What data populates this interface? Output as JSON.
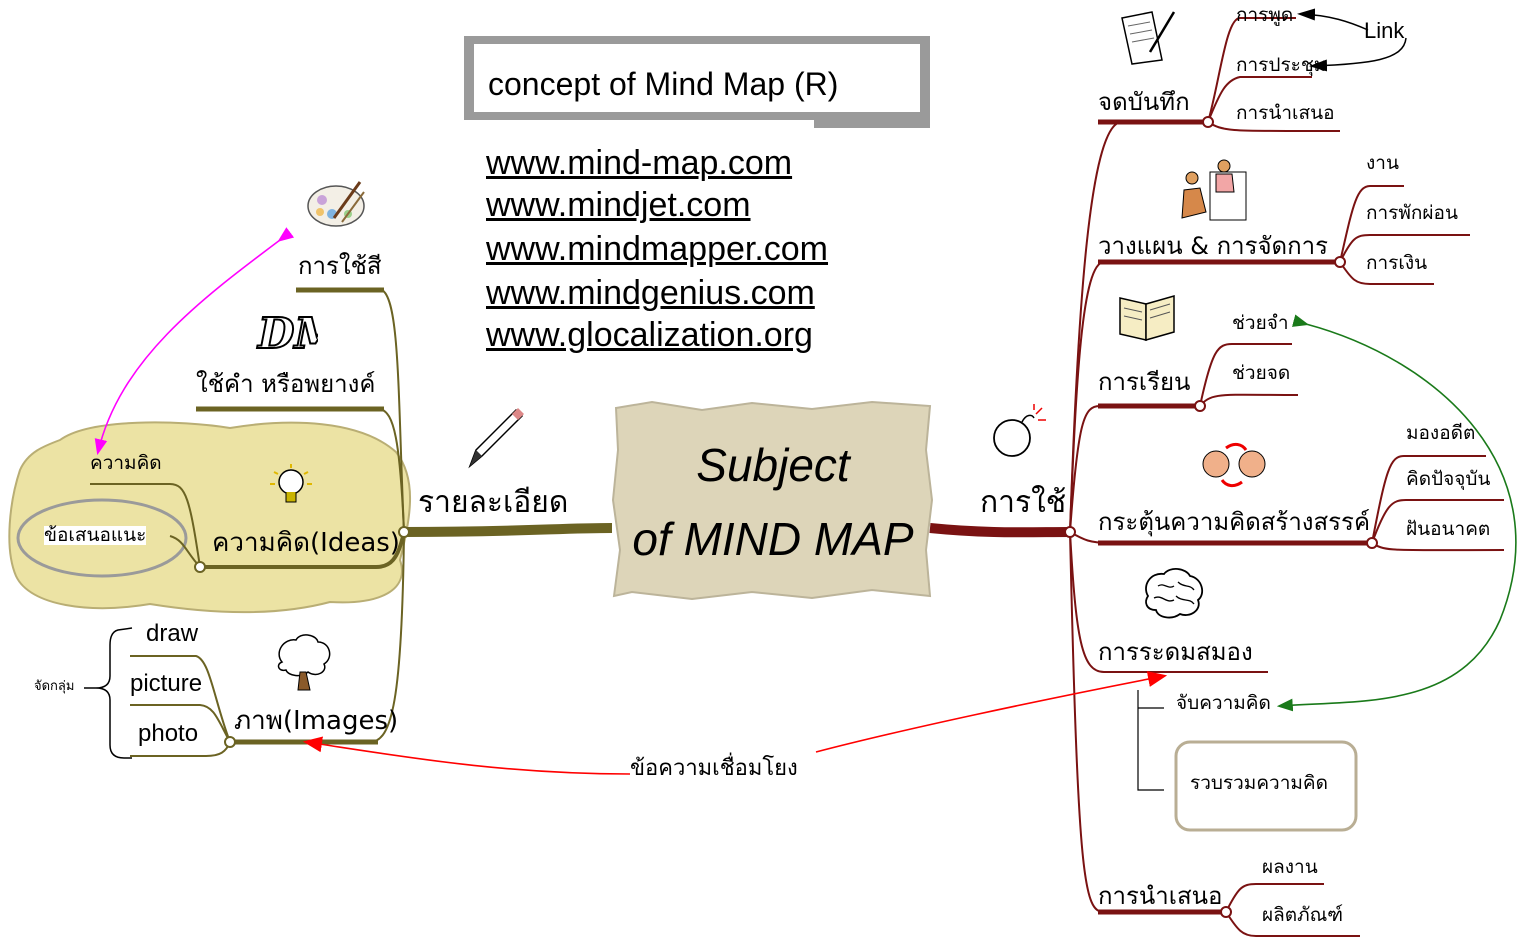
{
  "title_box": {
    "text": "concept of Mind Map (R)"
  },
  "links": [
    "www.mind-map.com",
    "www.mindjet.com",
    "www.mindmapper.com",
    "www.mindgenius.com",
    "www.glocalization.org"
  ],
  "center": {
    "line1": "Subject",
    "line2": "of MIND MAP"
  },
  "left": {
    "main": "รายละเอียด",
    "color": "การใช้สี",
    "words": "ใช้คำ หรือพยางค์",
    "ideas": "ความคิด(Ideas)",
    "cloud_idea": "ความคิด",
    "suggestion": "ข้อเสนอแนะ",
    "images": "ภาพ(Images)",
    "draw": "draw",
    "picture": "picture",
    "photo": "photo",
    "group": "จัดกลุ่ม",
    "link_text": "ข้อความเชื่อมโยง"
  },
  "right": {
    "main": "การใช้",
    "notes": "จดบันทึก",
    "speech": "การพูด",
    "meeting": "การประชุม",
    "present_note": "การนำเสนอ",
    "link_label": "Link",
    "planning": "วางแผน & การจัดการ",
    "work": "งาน",
    "rest": "การพักผ่อน",
    "money": "การเงิน",
    "learning": "การเรียน",
    "memorize": "ช่วยจำ",
    "note_help": "ช่วยจด",
    "creative": "กระตุ้นความคิดสร้างสรรค์",
    "past": "มองอดีต",
    "present_time": "คิดปัจจุบัน",
    "future": "ฝันอนาคต",
    "brainstorm": "การระดมสมอง",
    "capture": "จับความคิด",
    "collect": "รวบรวมความคิด",
    "presentation": "การนำเสนอ",
    "results": "ผลงาน",
    "product": "ผลิตภัณฑ์"
  },
  "colors": {
    "left_branch": "#6b6323",
    "right_branch": "#7a1212",
    "cloud": "#ece3a4",
    "magenta": "#ff00ff",
    "green": "#1a7a1a",
    "red": "#ff0000"
  },
  "icons": [
    "palette-icon",
    "dm-logo-icon",
    "pencil-icon",
    "lightbulb-icon",
    "tree-icon",
    "bomb-icon",
    "writing-icon",
    "meeting-icon",
    "book-icon",
    "faces-icon",
    "brain-icon"
  ]
}
